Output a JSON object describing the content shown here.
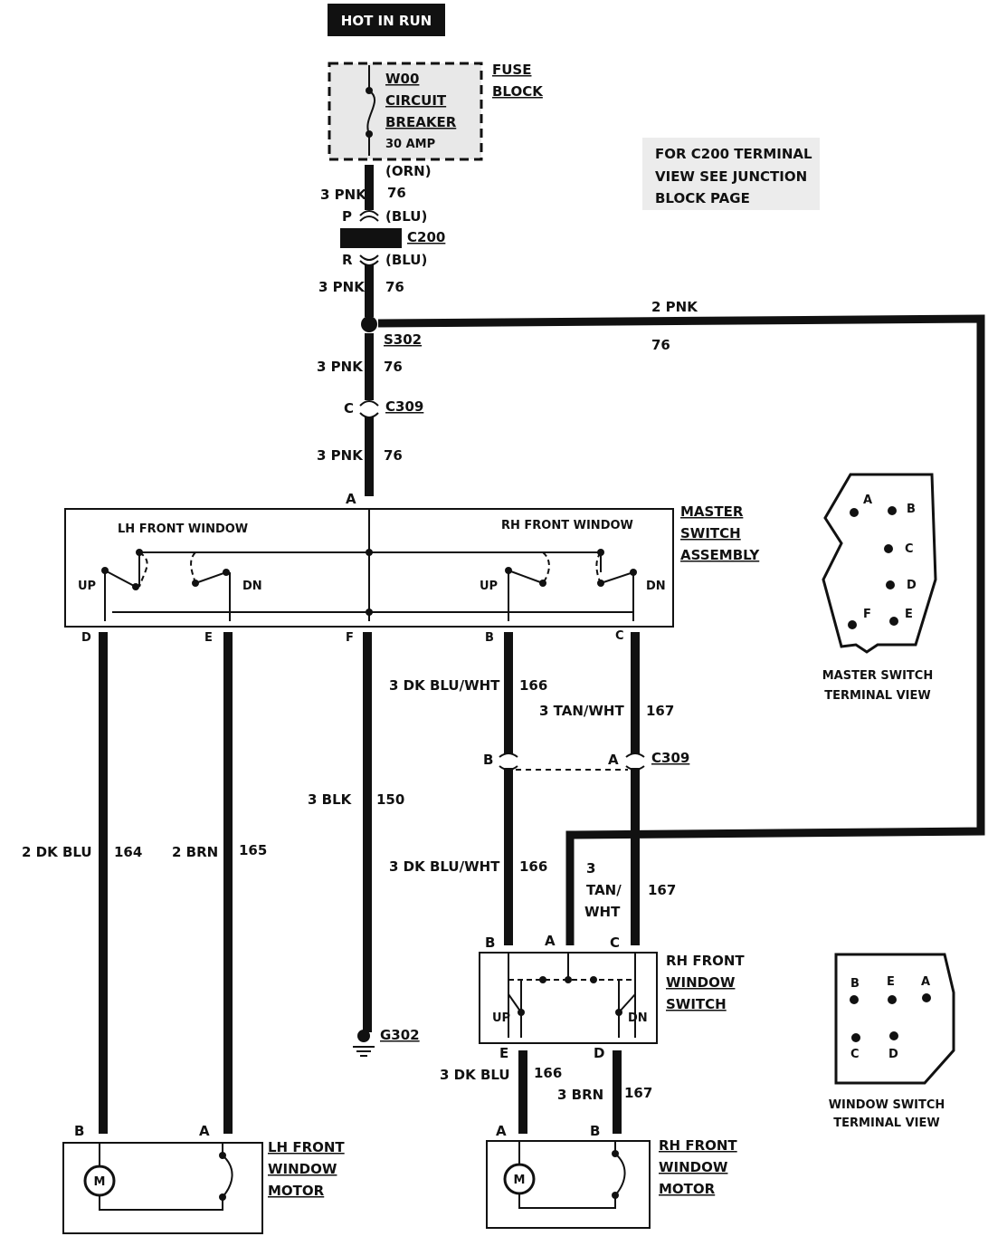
{
  "header": {
    "hot_label": "HOT IN RUN"
  },
  "fuse": {
    "line1": "W00",
    "line2": "CIRCUIT",
    "line3": "BREAKER",
    "rating": "30 AMP",
    "block1": "FUSE",
    "block2": "BLOCK"
  },
  "note": {
    "line1": "FOR C200 TERMINAL",
    "line2": "VIEW SEE JUNCTION",
    "line3": "BLOCK PAGE"
  },
  "feed": {
    "orn": "(ORN)",
    "blu1": "(BLU)",
    "blu2": "(BLU)",
    "pin_p": "P",
    "pin_r": "R",
    "c200": "C200",
    "wire1_gauge": "3 PNK",
    "wire1_num": "76",
    "wire2_gauge": "3 PNK",
    "wire2_num": "76",
    "splice": "S302",
    "wire3_gauge": "3 PNK",
    "wire3_num": "76",
    "pin_c": "C",
    "c309": "C309",
    "wire4_gauge": "3 PNK",
    "wire4_num": "76",
    "pin_a": "A",
    "branch_gauge": "2 PNK",
    "branch_num": "76"
  },
  "master": {
    "lh_title": "LH FRONT WINDOW",
    "rh_title": "RH FRONT WINDOW",
    "up1": "UP",
    "dn1": "DN",
    "up2": "UP",
    "dn2": "DN",
    "name1": "MASTER",
    "name2": "SWITCH",
    "name3": "ASSEMBLY",
    "pin_d": "D",
    "pin_e": "E",
    "pin_f": "F",
    "pin_b": "B",
    "pin_c": "C"
  },
  "wires": {
    "w164_gauge": "2 DK BLU",
    "w164_num": "164",
    "w165_gauge": "2 BRN",
    "w165_num": "165",
    "w150_gauge": "3 BLK",
    "w150_num": "150",
    "w166a_gauge": "3 DK BLU/WHT",
    "w166a_num": "166",
    "w167a_gauge": "3 TAN/WHT",
    "w167a_num": "167",
    "c309_pin_b": "B",
    "c309_pin_a": "A",
    "c309_label": "C309",
    "w166b_gauge": "3 DK BLU/WHT",
    "w166b_num": "166",
    "w_tan_1": "3",
    "w_tan_2": "TAN/",
    "w_tan_3": "WHT",
    "w167b_num": "167",
    "ground": "G302"
  },
  "rh_switch": {
    "pin_b": "B",
    "pin_a": "A",
    "pin_c": "C",
    "up": "UP",
    "dn": "DN",
    "name1": "RH FRONT",
    "name2": "WINDOW",
    "name3": "SWITCH",
    "pin_e": "E",
    "pin_d": "D",
    "w166_gauge": "3 DK BLU",
    "w166_num": "166",
    "w167_gauge": "3 BRN",
    "w167_num": "167"
  },
  "lh_motor": {
    "pin_b": "B",
    "pin_a": "A",
    "m": "M",
    "name1": "LH FRONT",
    "name2": "WINDOW",
    "name3": "MOTOR"
  },
  "rh_motor": {
    "pin_a": "A",
    "pin_b": "B",
    "m": "M",
    "name1": "RH FRONT",
    "name2": "WINDOW",
    "name3": "MOTOR"
  },
  "master_view": {
    "a": "A",
    "b": "B",
    "c": "C",
    "d": "D",
    "e": "E",
    "f": "F",
    "title1": "MASTER SWITCH",
    "title2": "TERMINAL VIEW"
  },
  "switch_view": {
    "b": "B",
    "e": "E",
    "a": "A",
    "c": "C",
    "d": "D",
    "title1": "WINDOW SWITCH",
    "title2": "TERMINAL VIEW"
  }
}
